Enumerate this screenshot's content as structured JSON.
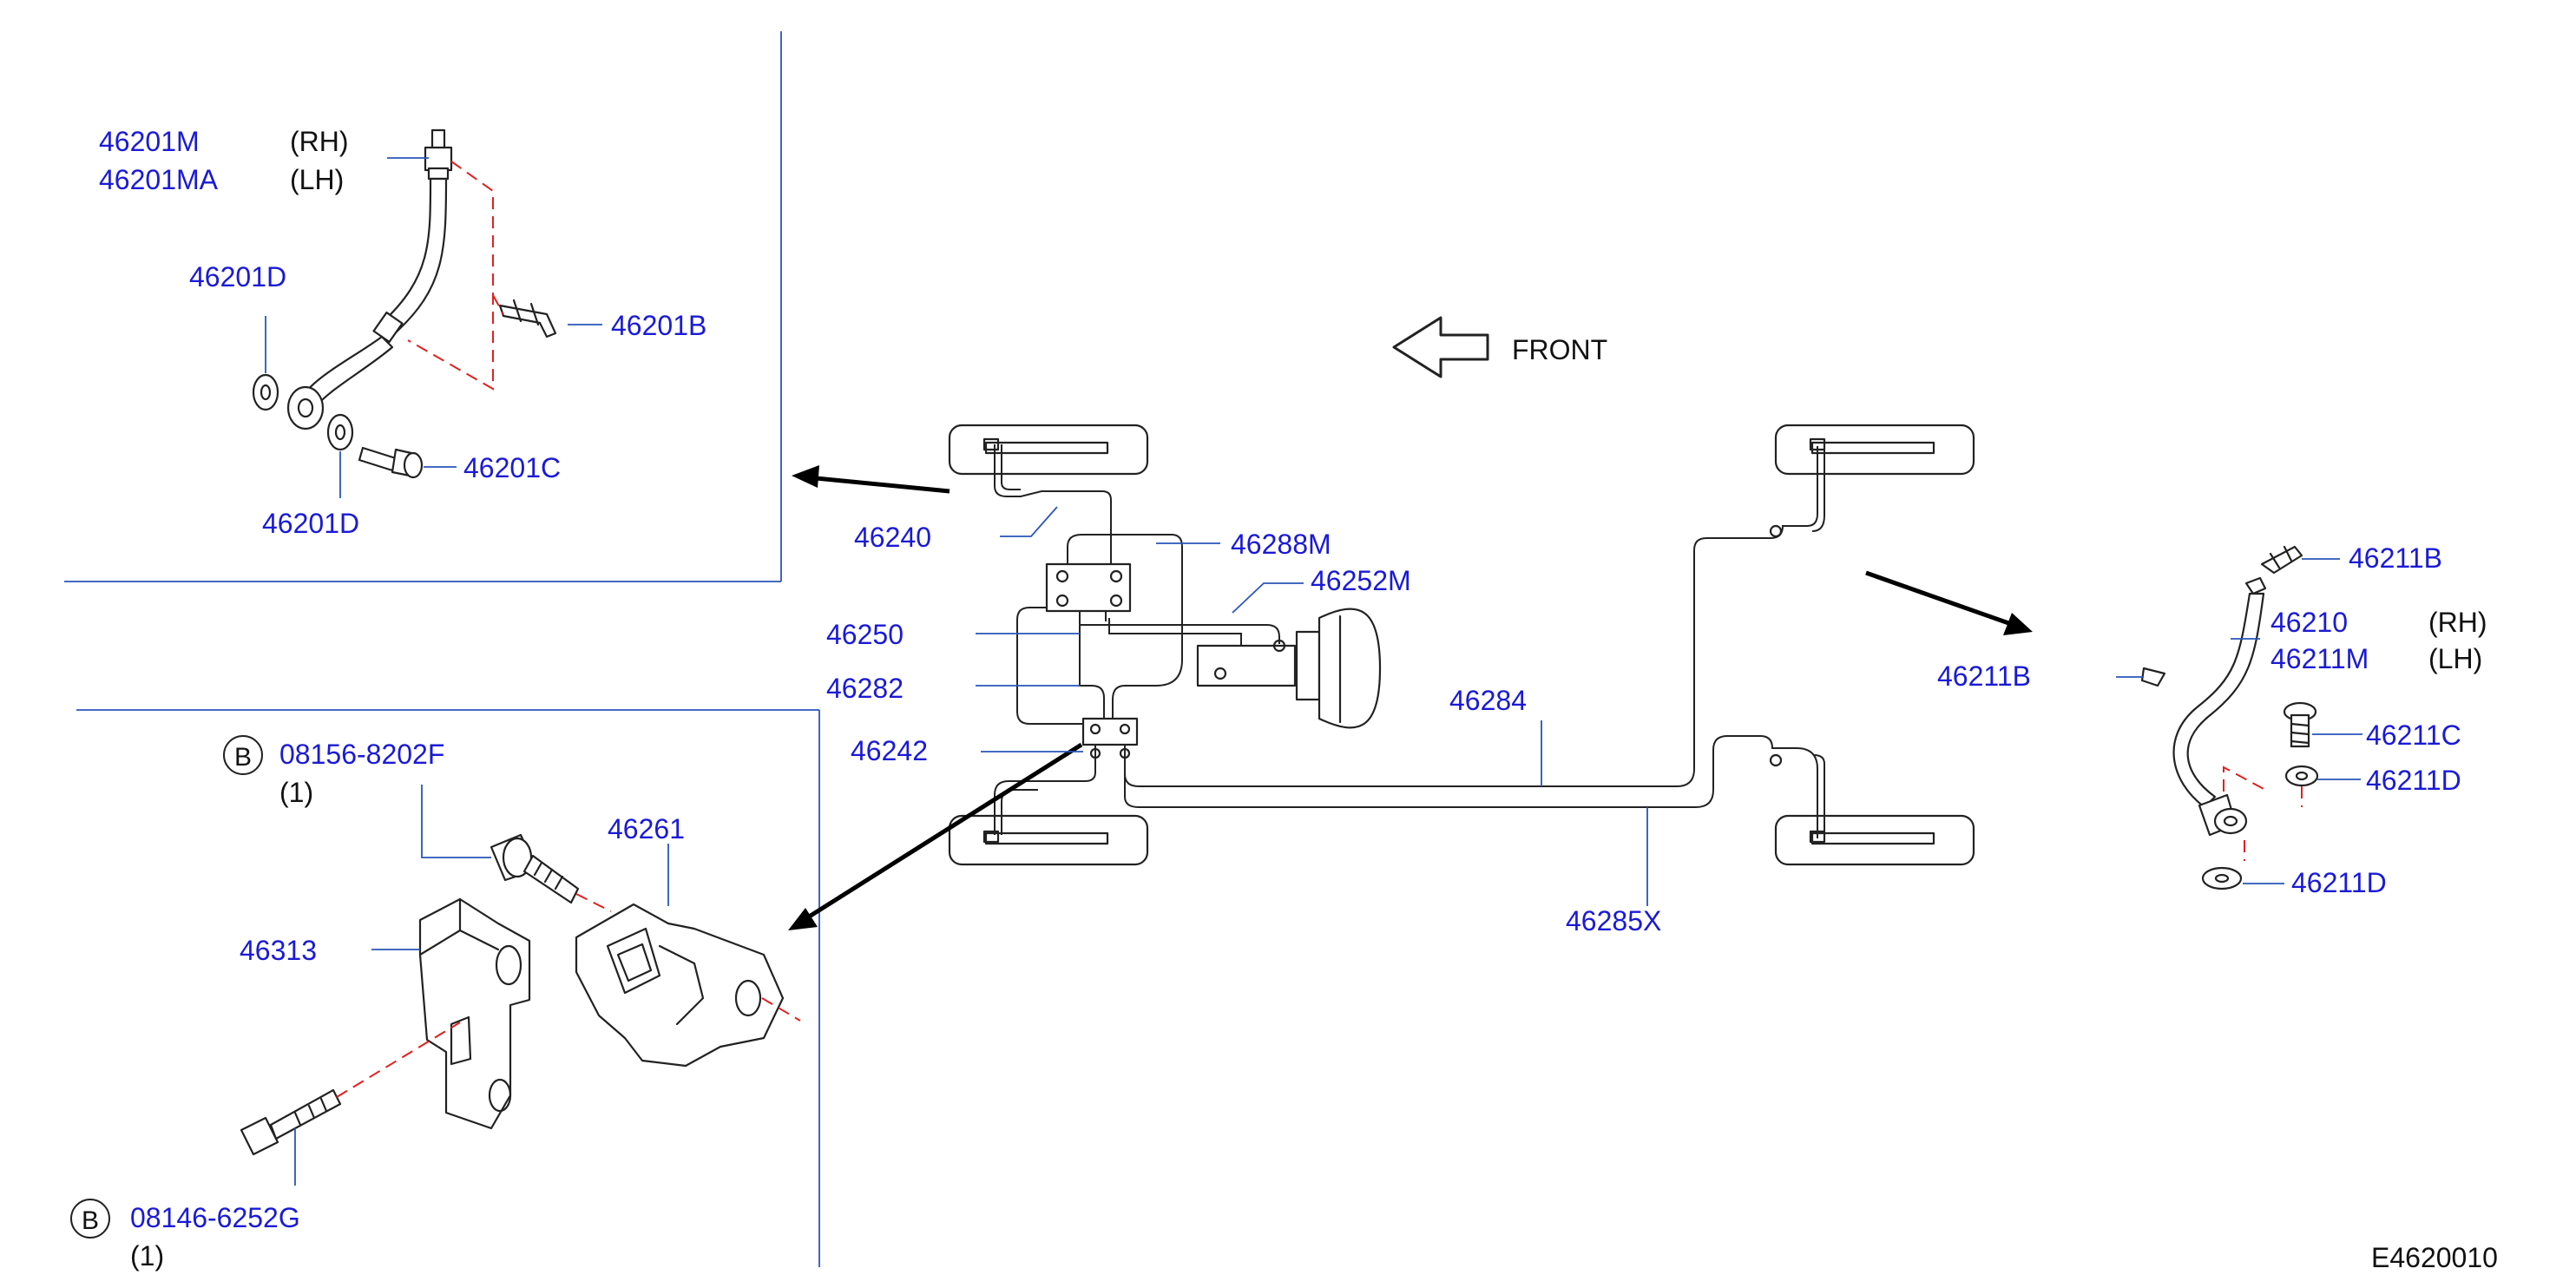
{
  "diagram_code": "E4620010",
  "front_label": "FRONT",
  "labels": {
    "p46201M": "46201M",
    "p46201M_side": "(RH)",
    "p46201MA": "46201MA",
    "p46201MA_side": "(LH)",
    "p46201D_a": "46201D",
    "p46201D_b": "46201D",
    "p46201B": "46201B",
    "p46201C": "46201C",
    "p46240": "46240",
    "p46288M": "46288M",
    "p46252M": "46252M",
    "p46250": "46250",
    "p46282": "46282",
    "p46242": "46242",
    "p46284": "46284",
    "p46285X": "46285X",
    "p46211B_a": "46211B",
    "p46210": "46210",
    "p46210_side": "(RH)",
    "p46211M": "46211M",
    "p46211M_side": "(LH)",
    "p46211B_b": "46211B",
    "p46211C": "46211C",
    "p46211D_a": "46211D",
    "p46211D_b": "46211D",
    "p08156": "08156-8202F",
    "p08156_qty": "(1)",
    "p08156_badge": "B",
    "p46261": "46261",
    "p46313": "46313",
    "p08146": "08146-6252G",
    "p08146_qty": "(1)",
    "p08146_badge": "B"
  },
  "colors": {
    "part_number": "#1a1ad6",
    "leader": "#2a55b8",
    "dashed": "#e02020",
    "line_art": "#222222"
  }
}
